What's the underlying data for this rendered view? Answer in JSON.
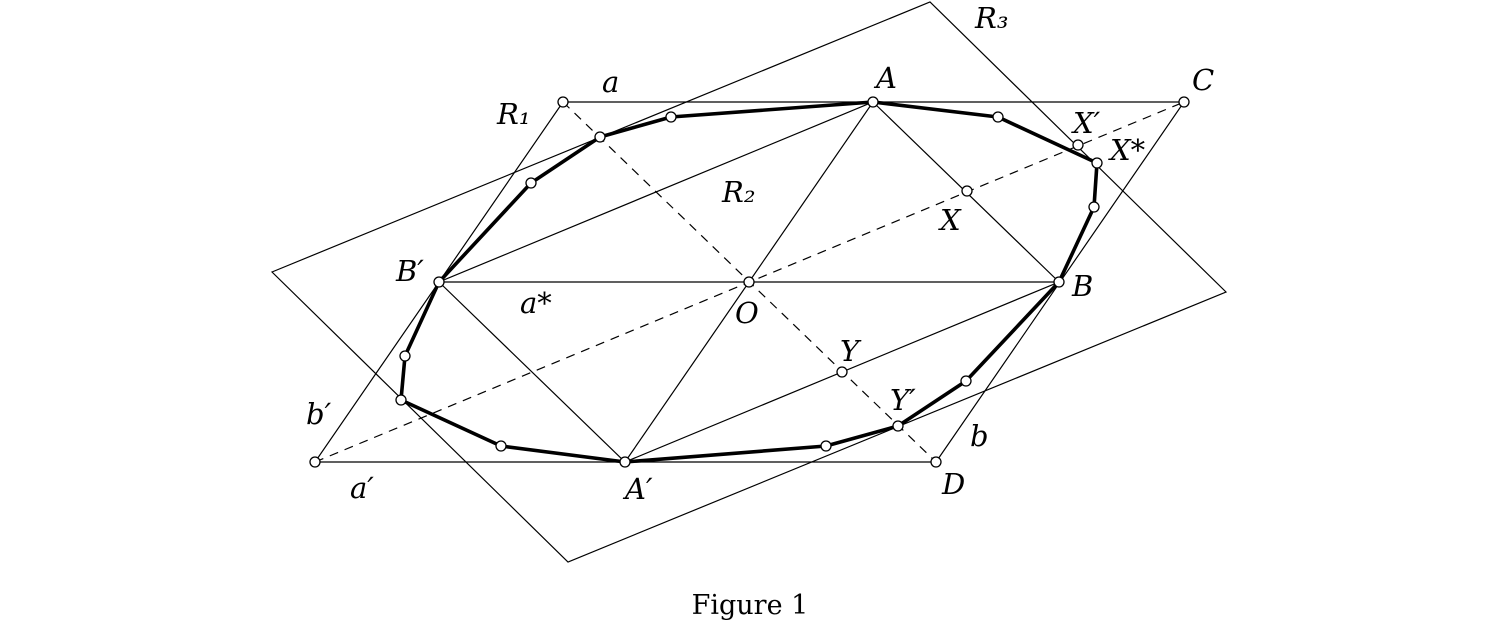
{
  "labels": {
    "A": "A",
    "B": "B",
    "A_prime": "A′",
    "B_prime": "B′",
    "C": "C",
    "D": "D",
    "O": "O",
    "X": "X",
    "X_prime": "X′",
    "X_star": "X*",
    "Y": "Y",
    "Y_prime": "Y′",
    "a": "a",
    "a_prime": "a′",
    "a_star": "a*",
    "b": "b",
    "b_prime": "b′",
    "R1": "R₁",
    "R2": "R₂",
    "R3": "R₃"
  },
  "caption": "Figure 1"
}
